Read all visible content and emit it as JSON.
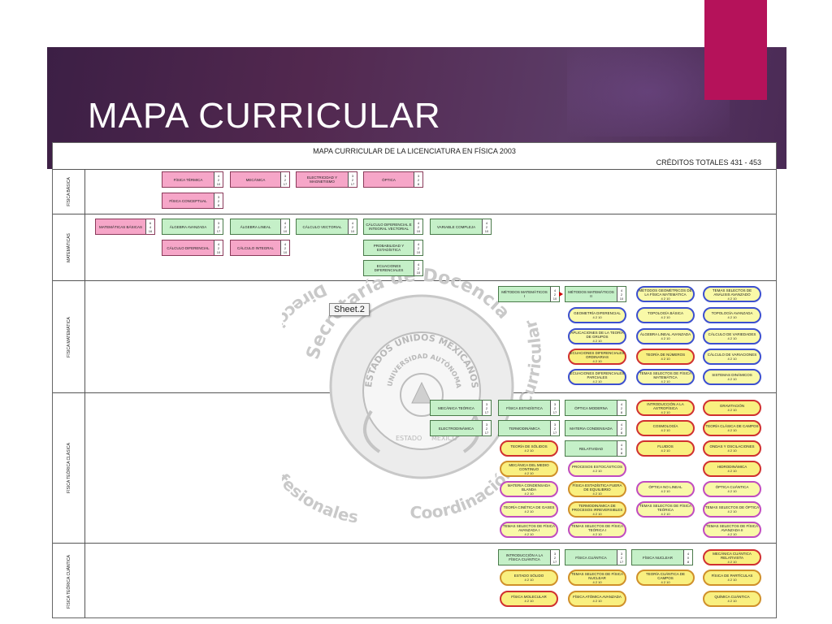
{
  "slide": {
    "title": "MAPA CURRICULAR",
    "colors": {
      "banner": "#4a2650",
      "accent": "#b5125a"
    }
  },
  "sheet": {
    "title": "MAPA CURRICULAR DE LA LICENCIATURA EN FÍSICA 2003",
    "credits": "CRÉDITOS TOTALES 431 - 453",
    "tab_label": "Sheet.2",
    "sections": [
      {
        "label": "FÍSICA BÁSICA"
      },
      {
        "label": "MATEMÁTICAS"
      },
      {
        "label": "FÍSICA MATEMÁTICA"
      },
      {
        "label": "FÍSICA TEÓRICA CLÁSICA"
      },
      {
        "label": "FÍSICA TEÓRICA CUÁNTICA"
      }
    ],
    "watermark": {
      "top_text": "Secretaría de Docencia",
      "left_text": "Dirección de Estudios Profesionales",
      "bottom_text": "Coordinación",
      "right_text": "Curricular",
      "seal_top": "ESTADOS UNIDOS MEXICANOS",
      "seal_inner": "UNIVERSIDAD AUTÓNOMA",
      "seal_bottom_left": "ESTADO",
      "seal_bottom_right": "MÉXICO"
    },
    "courses": [
      {
        "name": "FÍSICA TÉRMICA",
        "c1": "4",
        "c2": "2",
        "c3": "10"
      },
      {
        "name": "MECÁNICA",
        "c1": "3",
        "c2": "2",
        "c3": "17"
      },
      {
        "name": "ELECTRICIDAD Y MAGNETISMO",
        "c1": "3",
        "c2": "2",
        "c3": "17"
      },
      {
        "name": "ÓPTICA",
        "c1": "3",
        "c2": "2",
        "c3": "8"
      },
      {
        "name": "FÍSICA CONCEPTUAL",
        "c1": "3",
        "c2": "2",
        "c3": "8"
      },
      {
        "name": "MATEMÁTICAS BÁSICAS",
        "c1": "6",
        "c2": "4",
        "c3": "16"
      },
      {
        "name": "ÁLGEBRA AVANZADA",
        "c1": "3",
        "c2": "2",
        "c3": "17"
      },
      {
        "name": "ÁLGEBRA LINEAL",
        "c1": "4",
        "c2": "2",
        "c3": "10"
      },
      {
        "name": "CÁLCULO VECTORIAL",
        "c1": "4",
        "c2": "2",
        "c3": "10"
      },
      {
        "name": "CÁLCULO DIFERENCIAL E INTEGRAL VECTORIAL",
        "c1": "4",
        "c2": "2",
        "c3": "10"
      },
      {
        "name": "VARIABLE COMPLEJA",
        "c1": "4",
        "c2": "2",
        "c3": "10"
      },
      {
        "name": "CÁLCULO DIFERENCIAL",
        "c1": "4",
        "c2": "2",
        "c3": "10"
      },
      {
        "name": "CÁLCULO INTEGRAL",
        "c1": "4",
        "c2": "2",
        "c3": "10"
      },
      {
        "name": "PROBABILIDAD Y ESTADÍSTICA",
        "c1": "4",
        "c2": "2",
        "c3": "10"
      },
      {
        "name": "ECUACIONES DIFERENCIALES",
        "c1": "4",
        "c2": "2",
        "c3": "10"
      },
      {
        "name": "MÉTODOS MATEMÁTICOS I",
        "c1": "4",
        "c2": "2",
        "c3": "10"
      },
      {
        "name": "MÉTODOS MATEMÁTICOS II",
        "c1": "4",
        "c2": "2",
        "c3": "10"
      },
      {
        "name": "MECÁNICA TEÓRICA",
        "c1": "3",
        "c2": "2",
        "c3": "17"
      },
      {
        "name": "FÍSICA ESTADÍSTICA",
        "c1": "3",
        "c2": "2",
        "c3": "17"
      },
      {
        "name": "ÓPTICA MODERNA",
        "c1": "4",
        "c2": "2",
        "c3": "8"
      },
      {
        "name": "ELECTRODINÁMICA",
        "c1": "3",
        "c2": "2",
        "c3": "17"
      },
      {
        "name": "TERMODINÁMICA",
        "c1": "3",
        "c2": "2",
        "c3": "17"
      },
      {
        "name": "MATERIA CONDENSADA",
        "c1": "4",
        "c2": "2",
        "c3": "8"
      },
      {
        "name": "RELATIVIDAD",
        "c1": "4",
        "c2": "0",
        "c3": "8"
      },
      {
        "name": "INTRODUCCIÓN A LA FÍSICA CUÁNTICA",
        "c1": "3",
        "c2": "2",
        "c3": "17"
      },
      {
        "name": "FÍSICA CUÁNTICA",
        "c1": "3",
        "c2": "2",
        "c3": "17"
      },
      {
        "name": "FÍSICA NUCLEAR",
        "c1": "4",
        "c2": "0",
        "c3": "8"
      }
    ],
    "electives": [
      {
        "name": "MÉTODOS GEOMÉTRICOS DE LA FÍSICA MATEMÁTICA",
        "credits": "4 2 10"
      },
      {
        "name": "TEMAS SELECTOS DE ANÁLISIS AVANZADO",
        "credits": "4 2 10"
      },
      {
        "name": "GEOMETRÍA DIFERENCIAL",
        "credits": "4 2 10"
      },
      {
        "name": "TOPOLOGÍA BÁSICA",
        "credits": "4 2 10"
      },
      {
        "name": "TOPOLOGÍA AVANZADA",
        "credits": "4 2 10"
      },
      {
        "name": "APLICACIONES DE LA TEORÍA DE GRUPOS",
        "credits": "4 2 10"
      },
      {
        "name": "ÁLGEBRA LINEAL AVANZADA",
        "credits": "4 2 10"
      },
      {
        "name": "CÁLCULO DE VARIEDADES",
        "credits": "4 2 10"
      },
      {
        "name": "ECUACIONES DIFERENCIALES ORDINARIAS",
        "credits": "4 2 10"
      },
      {
        "name": "TEORÍA DE NÚMEROS",
        "credits": "4 2 10"
      },
      {
        "name": "CÁLCULO DE VARIACIONES",
        "credits": "4 2 10"
      },
      {
        "name": "ECUACIONES DIFERENCIALES PARCIALES",
        "credits": "4 2 10"
      },
      {
        "name": "TEMAS SELECTOS DE FÍSICA MATEMÁTICA",
        "credits": "4 2 10"
      },
      {
        "name": "SISTEMAS DINÁMICOS",
        "credits": "4 2 10"
      },
      {
        "name": "INTRODUCCIÓN A LA ASTROFÍSICA",
        "credits": "4 2 10"
      },
      {
        "name": "GRAVITACIÓN",
        "credits": "4 2 10"
      },
      {
        "name": "COSMOLOGÍA",
        "credits": "4 2 10"
      },
      {
        "name": "TEORÍA CLÁSICA DE CAMPOS",
        "credits": "4 2 10"
      },
      {
        "name": "FLUIDOS",
        "credits": "4 2 10"
      },
      {
        "name": "ONDAS Y OSCILACIONES",
        "credits": "4 2 10"
      },
      {
        "name": "PROCESOS ESTOCÁSTICOS",
        "credits": "4 2 10"
      },
      {
        "name": "HIDRODINÁMICA",
        "credits": "4 2 10"
      },
      {
        "name": "ÓPTICA NO LINEAL",
        "credits": "4 2 10"
      },
      {
        "name": "ÓPTICA CUÁNTICA",
        "credits": "4 2 10"
      },
      {
        "name": "TEMAS SELECTOS DE FÍSICA TEÓRICA",
        "credits": "4 2 10"
      },
      {
        "name": "TEMAS SELECTOS DE ÓPTICA",
        "credits": "4 2 10"
      },
      {
        "name": "TEORÍA DE SÓLIDOS",
        "credits": "4 2 10"
      },
      {
        "name": "MECÁNICA DEL MEDIO CONTINUO",
        "credits": "4 2 10"
      },
      {
        "name": "FÍSICA ESTADÍSTICA FUERA DE EQUILIBRIO",
        "credits": "4 2 10"
      },
      {
        "name": "MATERIA CONDENSADA BLANDA",
        "credits": "4 2 10"
      },
      {
        "name": "TERMODINÁMICA DE PROCESOS IRREVERSIBLES",
        "credits": "4 2 10"
      },
      {
        "name": "TEORÍA CINÉTICA DE GASES",
        "credits": "4 2 10"
      },
      {
        "name": "TEMAS SELECTOS DE FÍSICA TEÓRICA I",
        "credits": "4 2 10"
      },
      {
        "name": "TEMAS SELECTOS DE FÍSICA AVANZADA I",
        "credits": "4 2 10"
      },
      {
        "name": "TEMAS SELECTOS DE FÍSICA AVANZADA II",
        "credits": "4 2 10"
      },
      {
        "name": "ESTADO SÓLIDO",
        "credits": "4 2 10"
      },
      {
        "name": "TEMAS SELECTOS DE FÍSICA NUCLEAR",
        "credits": "4 2 10"
      },
      {
        "name": "TEORÍA CUÁNTICA DE CAMPOS",
        "credits": "4 2 10"
      },
      {
        "name": "MECÁNICA CUÁNTICA RELATIVISTA",
        "credits": "4 2 10"
      },
      {
        "name": "FÍSICA MOLECULAR",
        "credits": "4 2 10"
      },
      {
        "name": "FÍSICA ATÓMICA AVANZADA",
        "credits": "4 2 10"
      },
      {
        "name": "FÍSICA DE PARTÍCULAS",
        "credits": "4 2 10"
      },
      {
        "name": "QUÍMICA CUÁNTICA",
        "credits": "4 2 10"
      }
    ]
  }
}
